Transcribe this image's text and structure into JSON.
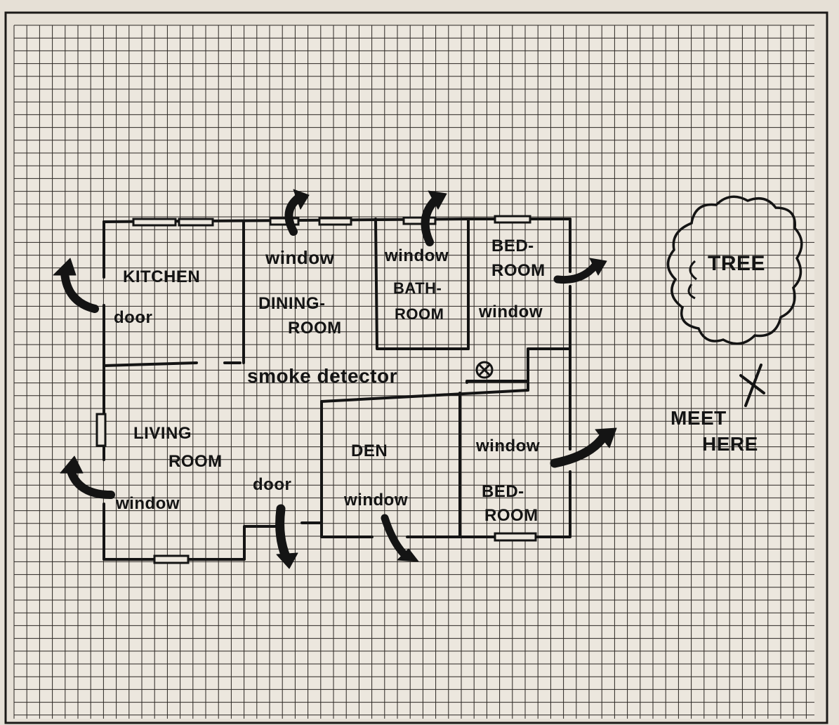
{
  "colors": {
    "paper": "#ece7de",
    "grid": "#2a2622",
    "ink": "#141414",
    "frame": "#1c1a18"
  },
  "labels": {
    "kitchen": "KITCHEN",
    "kitchen_door": "door",
    "dining_window": "window",
    "dining_room_1": "DINING-",
    "dining_room_2": "ROOM",
    "bath_window": "window",
    "bath_room_1": "BATH-",
    "bath_room_2": "ROOM",
    "bedroom1_1": "BED-",
    "bedroom1_2": "ROOM",
    "bedroom1_window": "window",
    "smoke_detector": "smoke detector",
    "living_room_1": "LIVING",
    "living_room_2": "ROOM",
    "living_window": "window",
    "front_door": "door",
    "den": "DEN",
    "den_window": "window",
    "bedroom2_window": "window",
    "bedroom2_1": "BED-",
    "bedroom2_2": "ROOM",
    "tree": "TREE",
    "meet_1": "MEET",
    "meet_2": "HERE"
  }
}
